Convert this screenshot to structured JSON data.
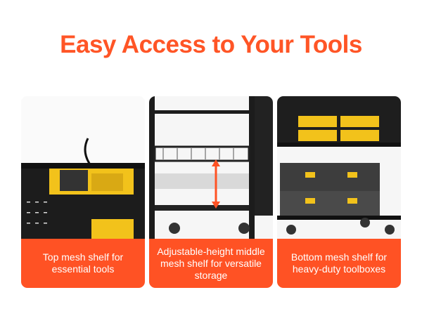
{
  "title": "Easy Access to Your Tools",
  "panels": [
    {
      "caption": "Top mesh shelf for essential tools"
    },
    {
      "caption": "Adjustable-height middle mesh shelf for versatile storage"
    },
    {
      "caption": "Bottom mesh shelf for heavy-duty toolboxes"
    }
  ],
  "colors": {
    "accent": "#FF5224",
    "tool_yellow": "#F2C21B",
    "metal": "#1e1e1e"
  }
}
